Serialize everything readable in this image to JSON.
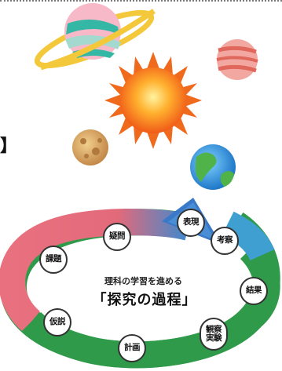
{
  "page": {
    "bracket": "】"
  },
  "cycle": {
    "subtitle": "理科の学習を進める",
    "title": "「探究の過程」",
    "steps": [
      "疑問",
      "課題",
      "仮説",
      "計画",
      "観察\n実験",
      "結果",
      "考察",
      "表現"
    ]
  },
  "colors": {
    "arrow_green": "#2f9a4a",
    "arrow_red": "#d9485f",
    "arrow_blue": "#3a78c8",
    "sun": "#ff8a1e"
  }
}
